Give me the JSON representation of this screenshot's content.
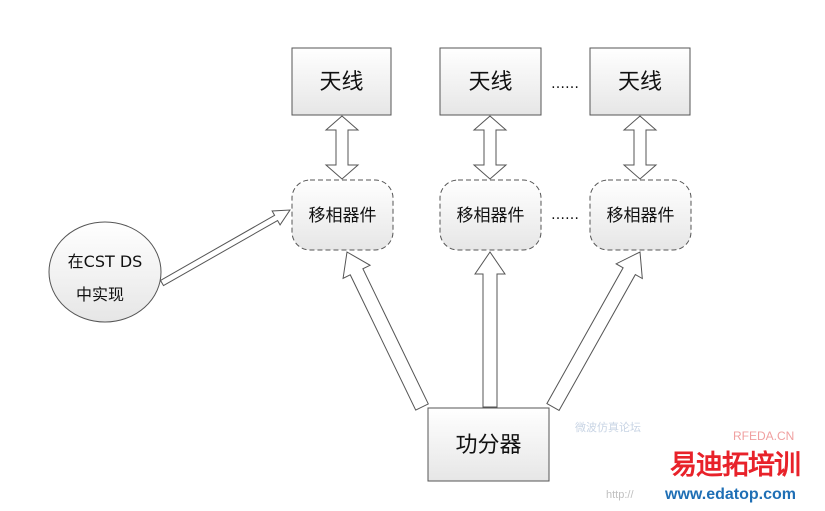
{
  "antennas": [
    "天线",
    "天线",
    "天线"
  ],
  "phase_shifters": [
    "移相器件",
    "移相器件",
    "移相器件"
  ],
  "ellipsis": "……",
  "cst_node": {
    "line1": "在CST DS",
    "line2": "中实现"
  },
  "power_divider": "功分器",
  "watermark": {
    "brand": "易迪拓培训",
    "url": "www.edatop.com",
    "site": "RFEDA.CN",
    "faint_text": "微波仿真论坛",
    "faint_url": "http://"
  },
  "colors": {
    "box_fill": "#f2f2f2",
    "stroke": "#555555",
    "watermark_red": "#e8222a",
    "watermark_blue": "#1f6fb5"
  }
}
